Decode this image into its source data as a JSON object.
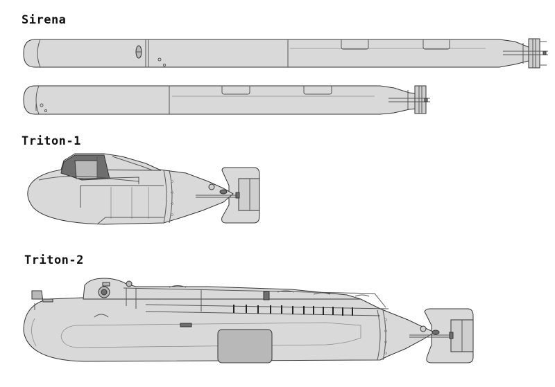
{
  "labels": {
    "sirena": "Sirena",
    "triton1": "Triton-1",
    "triton2": "Triton-2"
  },
  "colors": {
    "hull": "#d9d9d9",
    "outline": "#333333",
    "window": "#6e6e6e"
  }
}
